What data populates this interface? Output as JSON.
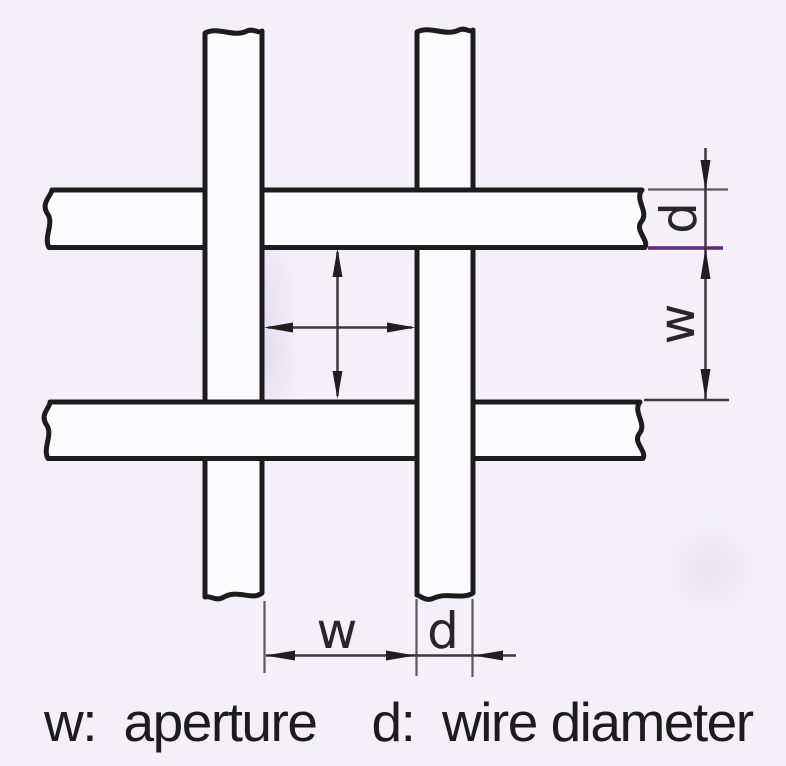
{
  "diagram": {
    "caption": "w:  aperture    d:  wire diameter",
    "labels": {
      "aperture_bottom": "w",
      "wire_diameter_bottom": "d",
      "aperture_right": "w",
      "wire_diameter_right": "d"
    },
    "colors": {
      "background": "#f3f1f7",
      "wire_fill": "#fcfbfe",
      "outline": "#1c1c1c",
      "dimension_line": "#3a3a3a",
      "extension_purple": "#63257a",
      "extension_lavender": "#998cac"
    },
    "icons": {
      "arrows": [
        "double-headed-vertical-arrow",
        "double-headed-horizontal-arrow",
        "dimension-arrowhead"
      ]
    }
  }
}
